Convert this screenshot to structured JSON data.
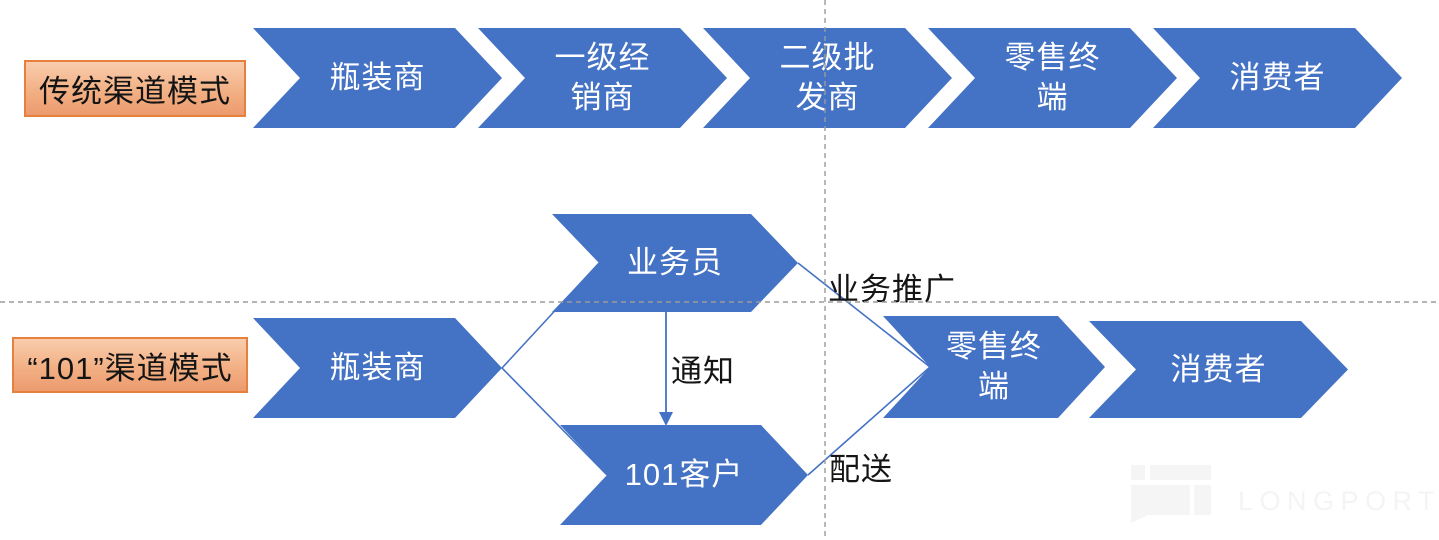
{
  "colors": {
    "chevron_blue": "#4472C4",
    "chevron_text": "#ffffff",
    "connector_blue": "#4472C4",
    "label_border": "#E8803D",
    "label_grad_top": "#F9CDAE",
    "label_grad_bottom": "#EC9B6E",
    "dashed_guide": "#9B9B9B",
    "annotation_text": "#151515",
    "watermark": "#F4F4F6"
  },
  "rows": {
    "traditional": {
      "label": "传统渠道模式",
      "steps": [
        "瓶装商",
        "一级经销商",
        "二级批发商",
        "零售终端",
        "消费者"
      ]
    },
    "model101": {
      "label": "“101”渠道模式",
      "bottler": "瓶装商",
      "salesman": "业务员",
      "customer": "101客户",
      "retail": "零售终端",
      "consumer": "消费者"
    }
  },
  "annotations": {
    "promotion": "业务推广",
    "notify": "通知",
    "delivery": "配送"
  },
  "watermark": {
    "brand": "LONGPORT"
  }
}
